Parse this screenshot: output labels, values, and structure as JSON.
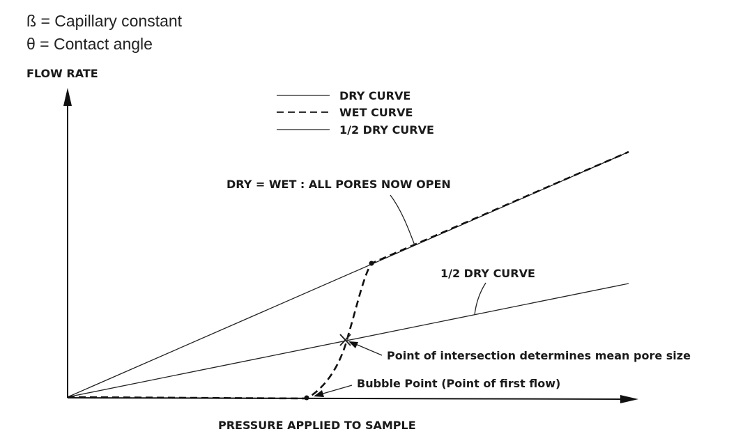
{
  "notes": {
    "beta": "ß = Capillary constant",
    "theta": "θ = Contact angle"
  },
  "axes": {
    "y_label": "FLOW RATE",
    "x_label": "PRESSURE APPLIED TO SAMPLE"
  },
  "legend": [
    {
      "label": "DRY CURVE",
      "style": "solid"
    },
    {
      "label": "WET CURVE",
      "style": "dashed"
    },
    {
      "label": "1/2 DRY CURVE",
      "style": "solid"
    }
  ],
  "annotations": {
    "all_open": "DRY = WET : ALL PORES NOW OPEN",
    "half_dry": "1/2 DRY CURVE",
    "intersection": "Point of intersection determines mean pore size",
    "bubble_point": "Bubble Point (Point of first flow)"
  },
  "colors": {
    "line": "#111111",
    "text": "#1a1a1a"
  }
}
